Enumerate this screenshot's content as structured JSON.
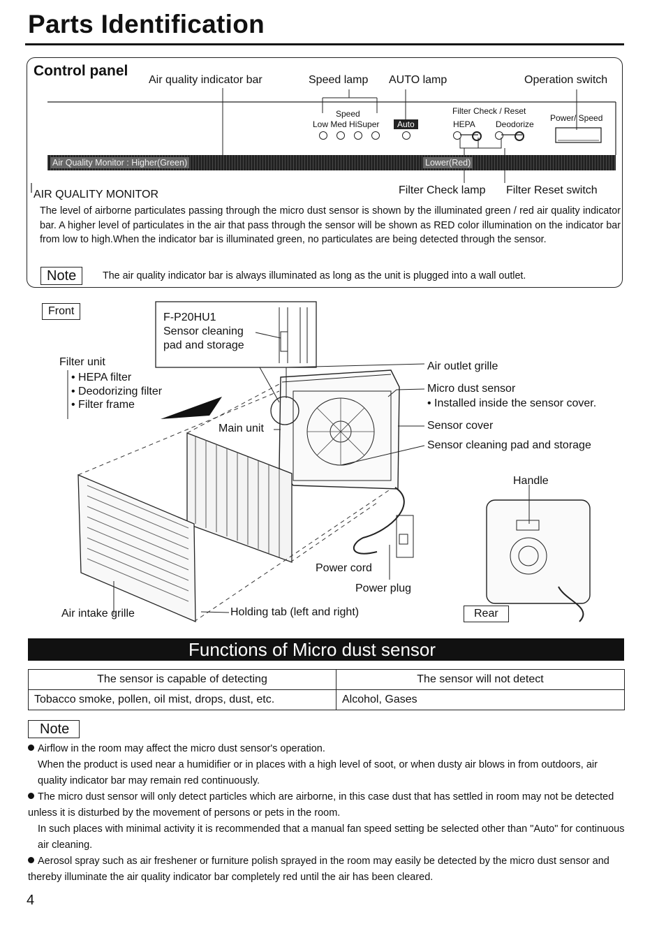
{
  "page": {
    "title": "Parts Identification",
    "page_number": "4"
  },
  "control_panel": {
    "heading": "Control panel",
    "labels": {
      "air_quality_indicator_bar": "Air quality indicator bar",
      "speed_lamp": "Speed lamp",
      "auto_lamp": "AUTO lamp",
      "operation_switch": "Operation switch",
      "filter_check_lamp": "Filter Check lamp",
      "filter_reset_switch": "Filter Reset switch"
    },
    "panel": {
      "speed": "Speed",
      "speed_levels": "Low  Med  HiSuper",
      "auto": "Auto",
      "filter_check_reset": "Filter Check / Reset",
      "hepa": "HEPA",
      "deodorize": "Deodorize",
      "power_speed": "Power/ Speed",
      "bar_left": "Air Quality Monitor : Higher(Green)",
      "bar_right": "Lower(Red)"
    },
    "air_quality_monitor": {
      "heading": "AIR QUALITY MONITOR",
      "text": "The level of airborne particulates passing through the micro dust sensor is shown by the illuminated green / red air quality indicator bar. A higher level of particulates in the air that pass through the sensor will be shown as RED color illumination on the indicator bar from low to high.When the indicator bar is illuminated green, no particulates are being detected through the sensor."
    },
    "note": {
      "label": "Note",
      "text": "The air quality indicator bar is always illuminated as long as the unit is plugged into a wall outlet."
    }
  },
  "diagram": {
    "front_label": "Front",
    "rear_label": "Rear",
    "inset_model": "F-P20HU1",
    "inset_caption_1": "Sensor cleaning",
    "inset_caption_2": "pad and storage",
    "filter_unit": "Filter unit",
    "filter_items": [
      "• HEPA filter",
      "• Deodorizing filter",
      "• Filter frame"
    ],
    "main_unit": "Main unit",
    "air_outlet_grille": "Air outlet grille",
    "micro_dust_sensor": "Micro dust sensor",
    "sensor_installed": "• Installed inside the sensor cover.",
    "sensor_cover": "Sensor cover",
    "sensor_cleaning_pad": "Sensor cleaning pad and storage",
    "handle": "Handle",
    "power_cord": "Power cord",
    "power_plug": "Power plug",
    "air_intake_grille": "Air intake grille",
    "holding_tab": "Holding tab (left and right)"
  },
  "functions": {
    "banner": "Functions of Micro dust sensor",
    "table": {
      "headers": [
        "The sensor is capable of detecting",
        "The sensor will not detect"
      ],
      "row": [
        "Tobacco smoke, pollen, oil mist, drops, dust, etc.",
        "Alcohol, Gases"
      ]
    },
    "note_label": "Note",
    "notes": [
      {
        "lines": [
          "Airflow in the room may affect the micro dust sensor's operation.",
          "When the product is used near a humidifier or in places with a high level of soot, or when dusty air blows in from outdoors, air quality indicator bar may remain red continuously."
        ]
      },
      {
        "lines": [
          "The micro dust sensor will only detect particles which are airborne, in this case dust that has settled in room may not be detected unless it is disturbed by the movement of persons or pets in the room.",
          "In such places with minimal activity it is recommended that a manual fan speed setting be selected other than \"Auto\" for continuous air cleaning."
        ]
      },
      {
        "lines": [
          "Aerosol spray such as air freshener or furniture polish sprayed in the room may easily be detected by the micro dust sensor and thereby illuminate the air quality indicator bar completely red until the air has been cleared."
        ]
      }
    ]
  }
}
